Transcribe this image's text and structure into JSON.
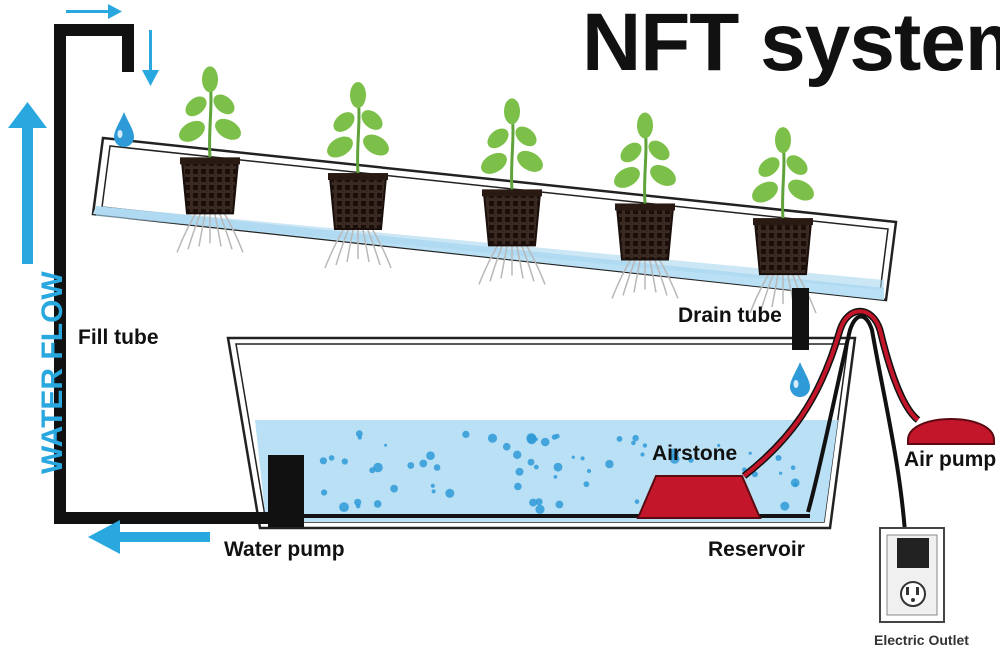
{
  "title": "NFT system",
  "side_label": "WATER FLOW",
  "labels": {
    "fill_tube": "Fill tube",
    "drain_tube": "Drain tube",
    "airstone": "Airstone",
    "air_pump": "Air pump",
    "water_pump": "Water pump",
    "reservoir": "Reservoir",
    "electric_outlet": "Electric Outlet"
  },
  "plant_count": 5,
  "colors": {
    "water": "#b9e0f4",
    "arrow": "#29a8e0",
    "pump_red": "#c3162a",
    "leaf": "#7cc04a",
    "pipe": "#111111"
  }
}
